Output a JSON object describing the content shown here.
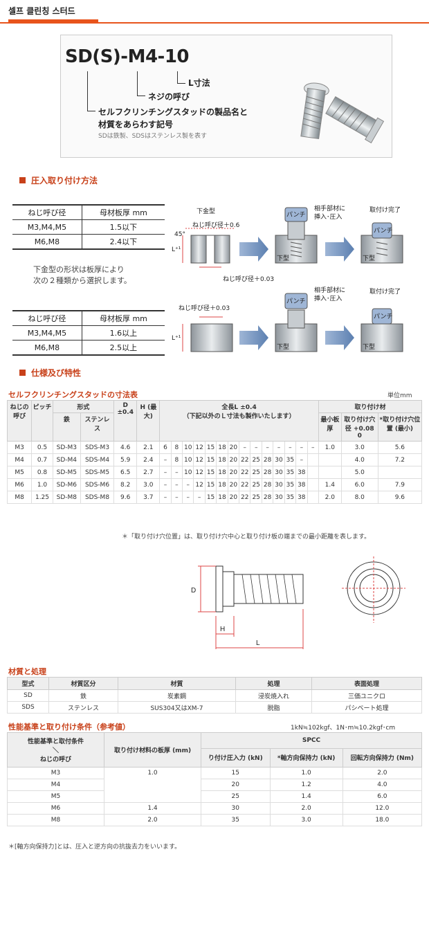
{
  "header": {
    "title": "셀프 클린칭 스터드"
  },
  "part_number": {
    "code": "SD(S)-M4-10",
    "label_l": "L寸法",
    "label_thread": "ネジの呼び",
    "label_product_1": "セルフクリンチングスタッドの製品名と",
    "label_product_2": "材質をあらわす記号",
    "label_sub": "SDは鉄製、SDSはステンレス製を表す"
  },
  "press_fit": {
    "heading": "圧入取り付け方法",
    "table1": {
      "headers": [
        "ねじ呼び径",
        "母材板厚 mm"
      ],
      "rows": [
        [
          "M3,M4,M5",
          "1.5以下"
        ],
        [
          "M6,M8",
          "2.4以下"
        ]
      ]
    },
    "note_1": "下金型の形状は板厚により",
    "note_2": "次の２種類から選択します。",
    "table2": {
      "headers": [
        "ねじ呼び径",
        "母材板厚 mm"
      ],
      "rows": [
        [
          "M3,M4,M5",
          "1.6以上"
        ],
        [
          "M6,M8",
          "2.5以上"
        ]
      ]
    },
    "diagram": {
      "lower_die": "下金型",
      "thread_plus_06": "ねじ呼び径＋0.6",
      "thread_plus_003": "ねじ呼び径＋0.03",
      "angle": "45°",
      "l_plus_1": "L⁺¹",
      "punch": "パンチ",
      "mate_insert": "相手部材に",
      "insert_press": "挿入･圧入",
      "complete": "取付け完了",
      "lower_die_short": "下型"
    }
  },
  "spec": {
    "heading": "仕様及び特性",
    "dim_title": "セルフクリンチングスタッドの寸法表",
    "unit": "単位mm",
    "headers": {
      "thread": "ねじの呼び",
      "pitch": "ピッチ",
      "type": "形式",
      "iron": "鉄",
      "stainless": "ステンレス",
      "d": "D ±0.4",
      "h": "H (最大)",
      "length": "全長L ±0.4",
      "length_note": "（下記以外のＬ寸法も製作いたします）",
      "mount": "取り付け材",
      "min_thk": "最小板厚",
      "hole": "取り付け穴径 +0.08 0",
      "hole_pos": "*取り付け穴位置 (最小)"
    },
    "rows": [
      {
        "thread": "M3",
        "pitch": "0.5",
        "iron": "SD-M3",
        "stainless": "SDS-M3",
        "d": "4.6",
        "h": "2.1",
        "lengths": [
          "6",
          "8",
          "10",
          "12",
          "15",
          "18",
          "20",
          "–",
          "–",
          "–",
          "–",
          "–",
          "–",
          "–"
        ],
        "min": "1.0",
        "hole": "3.0",
        "pos": "5.6"
      },
      {
        "thread": "M4",
        "pitch": "0.7",
        "iron": "SD-M4",
        "stainless": "SDS-M4",
        "d": "5.9",
        "h": "2.4",
        "lengths": [
          "–",
          "8",
          "10",
          "12",
          "15",
          "18",
          "20",
          "22",
          "25",
          "28",
          "30",
          "35",
          "–",
          ""
        ],
        "min": "",
        "hole": "4.0",
        "pos": "7.2"
      },
      {
        "thread": "M5",
        "pitch": "0.8",
        "iron": "SD-M5",
        "stainless": "SDS-M5",
        "d": "6.5",
        "h": "2.7",
        "lengths": [
          "–",
          "–",
          "10",
          "12",
          "15",
          "18",
          "20",
          "22",
          "25",
          "28",
          "30",
          "35",
          "38",
          ""
        ],
        "min": "",
        "hole": "5.0",
        "pos": ""
      },
      {
        "thread": "M6",
        "pitch": "1.0",
        "iron": "SD-M6",
        "stainless": "SDS-M6",
        "d": "8.2",
        "h": "3.0",
        "lengths": [
          "–",
          "–",
          "–",
          "12",
          "15",
          "18",
          "20",
          "22",
          "25",
          "28",
          "30",
          "35",
          "38",
          ""
        ],
        "min": "1.4",
        "hole": "6.0",
        "pos": "7.9"
      },
      {
        "thread": "M8",
        "pitch": "1.25",
        "iron": "SD-M8",
        "stainless": "SDS-M8",
        "d": "9.6",
        "h": "3.7",
        "lengths": [
          "–",
          "–",
          "–",
          "–",
          "15",
          "18",
          "20",
          "22",
          "25",
          "28",
          "30",
          "35",
          "38",
          ""
        ],
        "min": "2.0",
        "hole": "8.0",
        "pos": "9.6"
      }
    ],
    "footnote": "＊「取り付け穴位置」は、取り付け穴中心と取り付け板の端までの最小距離を表します。",
    "drawing": {
      "d": "D",
      "h": "H",
      "l": "L"
    }
  },
  "material": {
    "title": "材質と処理",
    "headers": [
      "型式",
      "材質区分",
      "材質",
      "処理",
      "表面処理"
    ],
    "rows": [
      [
        "SD",
        "鉄",
        "炭素鋼",
        "浸炭焼入れ",
        "三価ユニクロ"
      ],
      [
        "SDS",
        "ステンレス",
        "SUS304又はXM-7",
        "脱脂",
        "パシベート処理"
      ]
    ]
  },
  "performance": {
    "title": "性能基準と取り付け条件（参考値）",
    "conversion": "1kN≒102kgf、1N･m≒10.2kgf･cm",
    "headers": {
      "corner_1": "性能基準と取付条件",
      "corner_slash": "＼",
      "corner_2": "ねじの呼び",
      "plate": "取り付け材料の板厚 (mm)",
      "spcc": "SPCC",
      "press": "り付け圧入力 (kN)",
      "axial": "*軸方向保持力 (kN)",
      "torque": "回転方向保持力 (Nm)"
    },
    "rows": [
      [
        "M3",
        "1.0",
        "15",
        "1.0",
        "2.0"
      ],
      [
        "M4",
        "",
        "20",
        "1.2",
        "4.0"
      ],
      [
        "M5",
        "",
        "25",
        "1.4",
        "6.0"
      ],
      [
        "M6",
        "1.4",
        "30",
        "2.0",
        "12.0"
      ],
      [
        "M8",
        "2.0",
        "35",
        "3.0",
        "18.0"
      ]
    ],
    "footnote": "＊[軸方向保持力]とは、圧入と逆方向の抗抜去力をいいます。"
  }
}
